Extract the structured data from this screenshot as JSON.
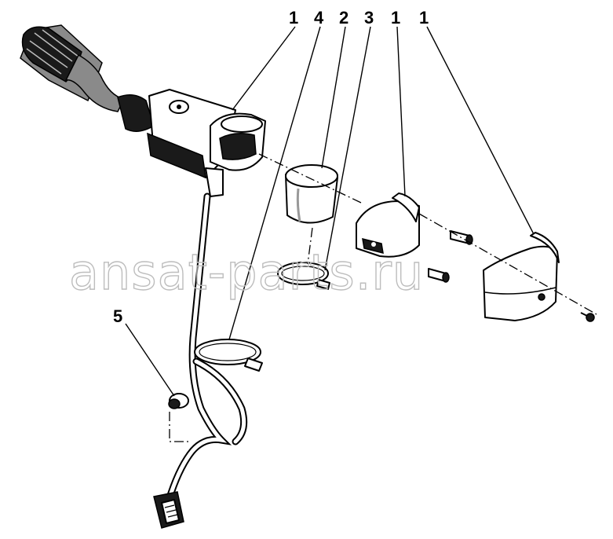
{
  "callouts": {
    "c1a": "1",
    "c4": "4",
    "c2": "2",
    "c3": "3",
    "c1b": "1",
    "c1c": "1",
    "c5": "5"
  },
  "watermark": "ansat-parts.ru",
  "colors": {
    "line": "#000000",
    "watermark": "#bdbdbd",
    "background": "#ffffff"
  }
}
